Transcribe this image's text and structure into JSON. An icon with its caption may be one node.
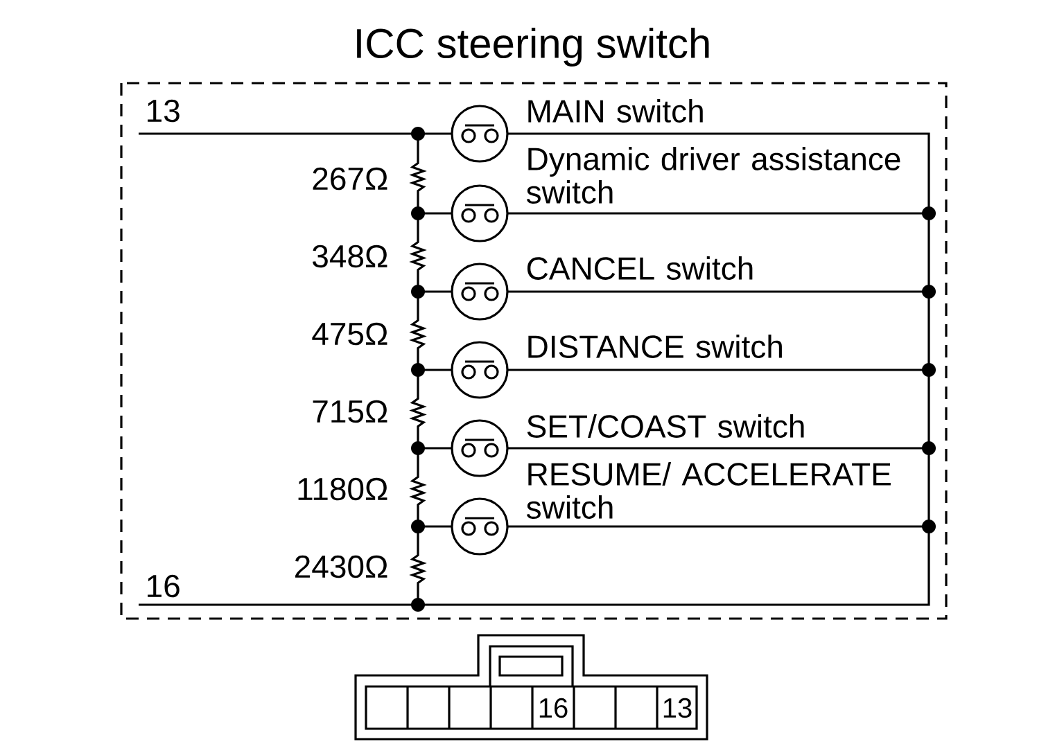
{
  "diagram": {
    "title": "ICC steering switch",
    "labels": [
      "13",
      "MAIN switch",
      "267Ω",
      "Dynamic driver assistance switch",
      "348Ω",
      "CANCEL switch",
      "475Ω",
      "DISTANCE switch",
      "715Ω",
      "SET/COAST switch",
      "1180Ω",
      "RESUME/ ACCELERATE switch",
      "2430Ω",
      "16",
      "16",
      "13"
    ]
  }
}
